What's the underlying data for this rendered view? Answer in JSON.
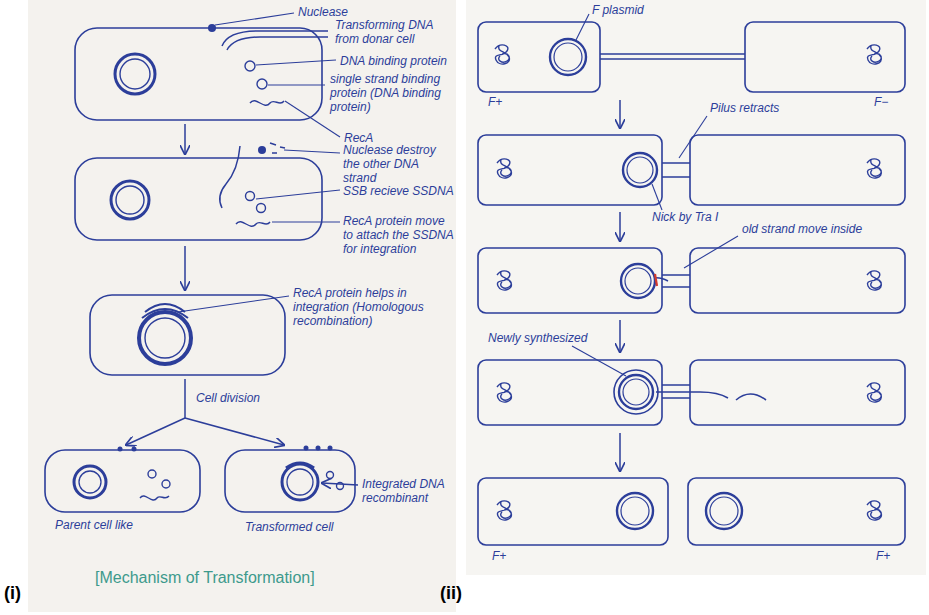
{
  "diagram": {
    "caption": "[Mechanism of Transformation]",
    "labels": [
      "(i)",
      "Nuclease",
      "Transforming DNA from donar cell",
      "DNA binding protein",
      "single strand binding protein (DNA binding protein)",
      "RecA",
      "Nuclease destroy the other DNA strand",
      "SSB recieve SSDNA",
      "RecA protein move to attach the SSDNA for integration",
      "RecA protein helps in integration (Homologous recombination)",
      "Cell division",
      "Integrated DNA recombinant",
      "Parent cell like",
      "Transformed cell",
      "(ii)",
      "F plasmid",
      "F+",
      "F−",
      "Pilus retracts",
      "Nick by Tra I",
      "old strand move inside",
      "Newly synthesized",
      "F+",
      "F+"
    ]
  }
}
